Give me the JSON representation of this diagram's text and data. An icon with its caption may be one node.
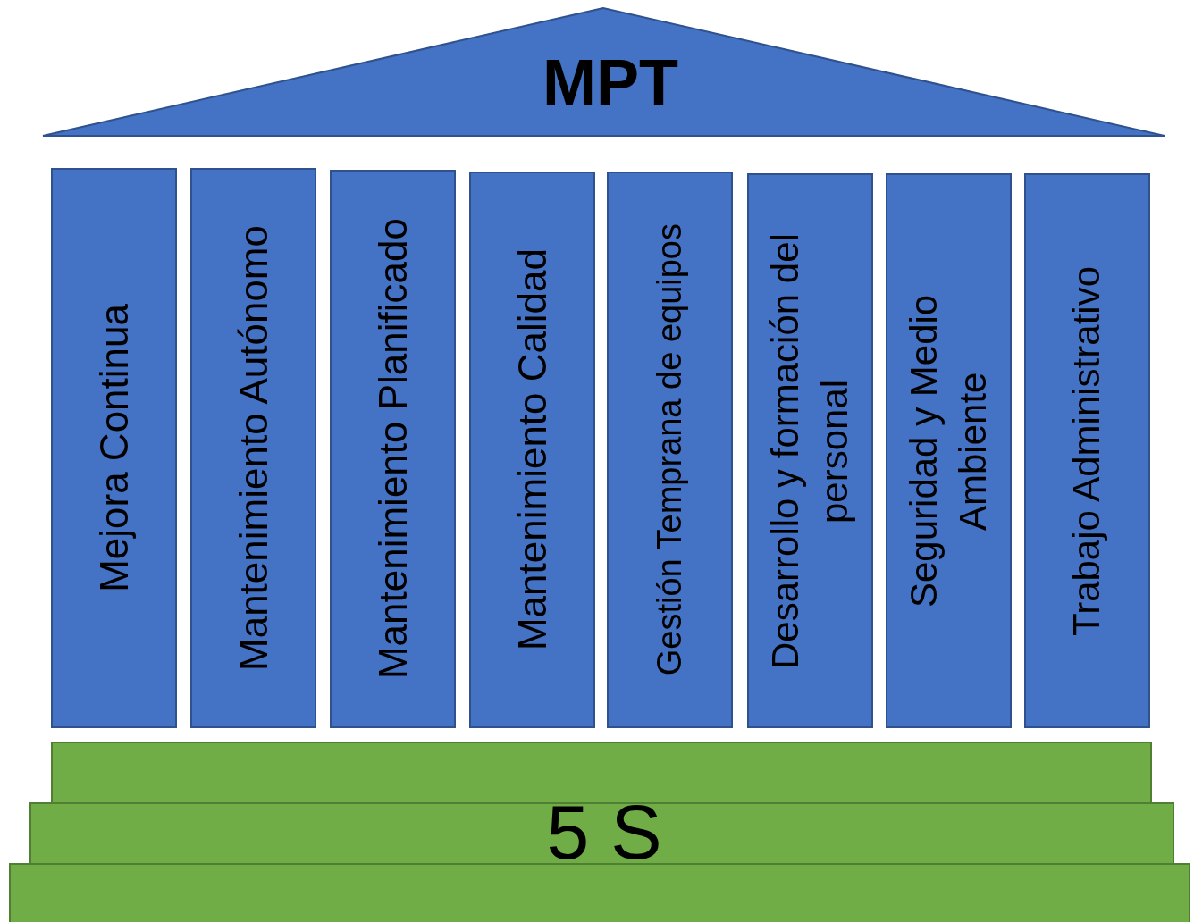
{
  "diagram": {
    "nodes": [
      {
        "text": [
          "MPT"
        ]
      },
      {
        "text": [
          "Mejora Continua"
        ]
      },
      {
        "text": [
          "Mantenimiento Autónomo"
        ]
      },
      {
        "text": [
          "Mantenimiento Planificado"
        ]
      },
      {
        "text": [
          "Mantenimiento Calidad"
        ]
      },
      {
        "text": [
          "Gestión Temprana de equipos"
        ]
      },
      {
        "text": [
          "Desarrollo y formación del personal"
        ]
      },
      {
        "text": [
          "Seguridad y Medio Ambiente"
        ]
      },
      {
        "text": [
          "Trabajo Administrativo"
        ]
      },
      {
        "text": [],
        "shape": "bar"
      },
      {
        "text": [
          "5 S"
        ]
      },
      {
        "text": [],
        "shape": "bar"
      }
    ]
  }
}
